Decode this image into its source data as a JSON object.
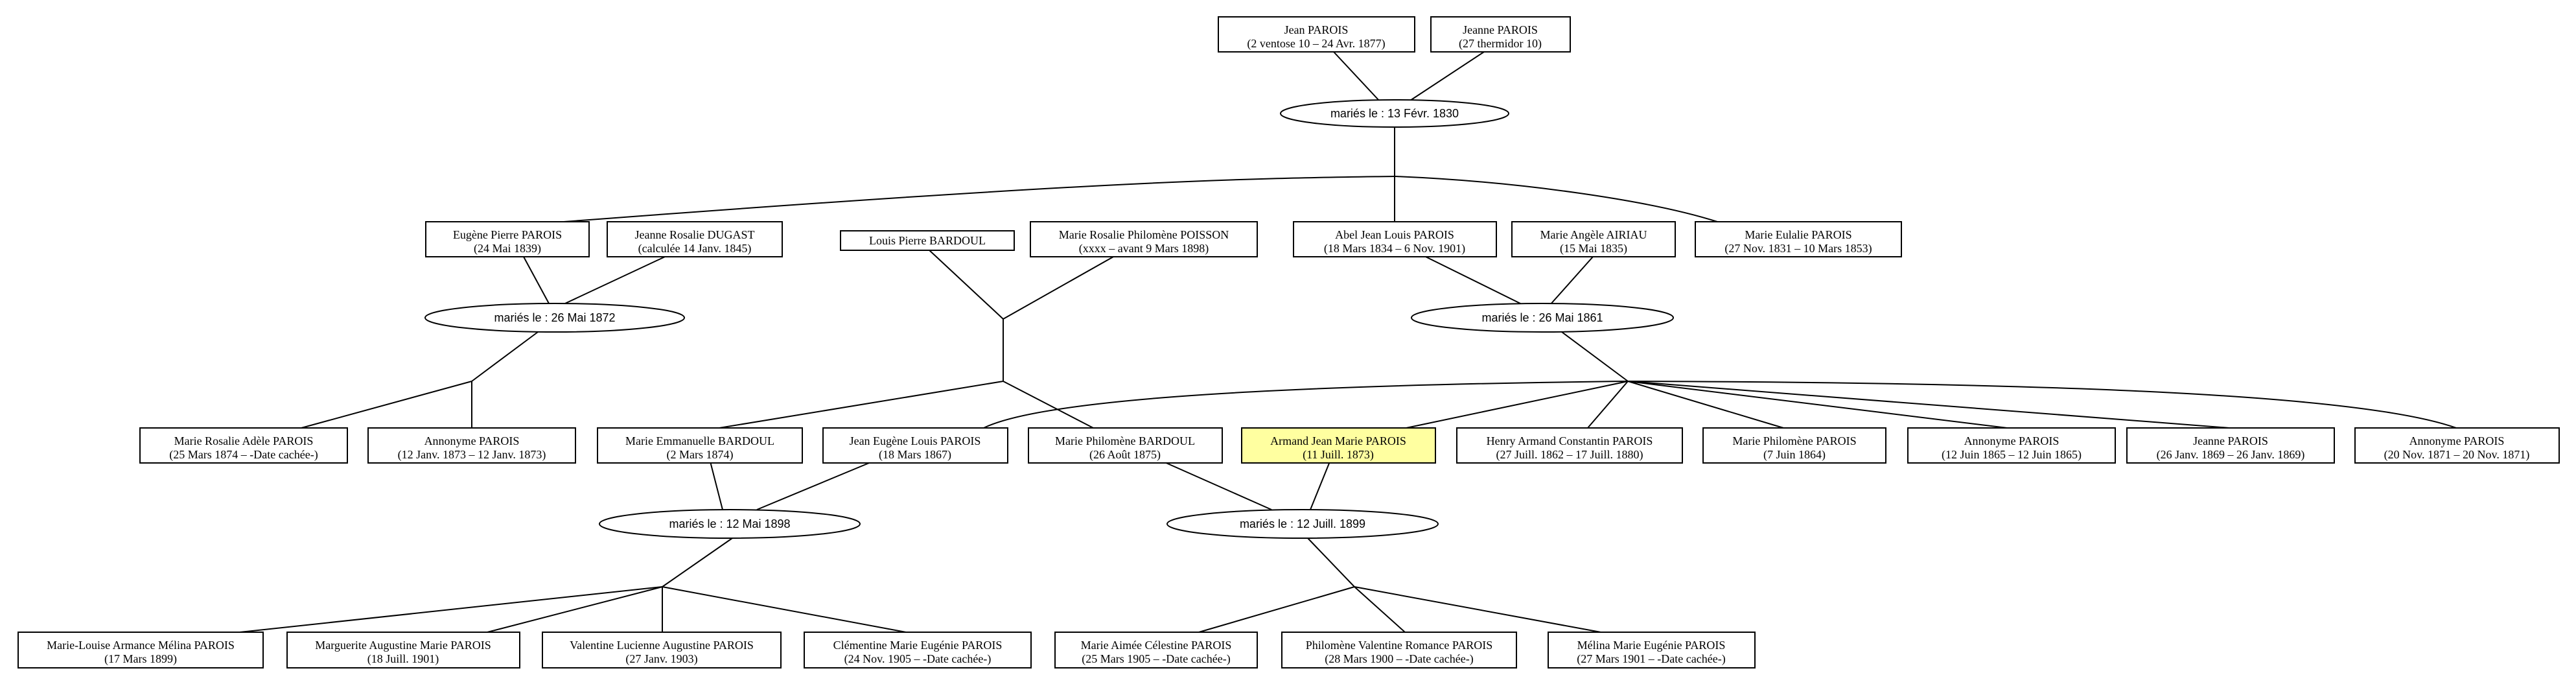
{
  "highlight_color": "#ffffa0",
  "persons": {
    "jean": {
      "name": "Jean PAROIS",
      "dates": "(2 ventose 10 – 24 Avr. 1877)"
    },
    "jeanne": {
      "name": "Jeanne PAROIS",
      "dates": "(27 thermidor 10)"
    },
    "eugene": {
      "name": "Eugène Pierre PAROIS",
      "dates": "(24 Mai 1839)"
    },
    "jrosalie": {
      "name": "Jeanne Rosalie DUGAST",
      "dates": "(calculée 14 Janv. 1845)"
    },
    "louis": {
      "name": "Louis Pierre BARDOUL",
      "dates": ""
    },
    "mrosalie": {
      "name": "Marie Rosalie Philomène POISSON",
      "dates": "(xxxx – avant 9 Mars 1898)"
    },
    "abel": {
      "name": "Abel Jean Louis PAROIS",
      "dates": "(18 Mars 1834 – 6 Nov. 1901)"
    },
    "angele": {
      "name": "Marie Angèle AIRIAU",
      "dates": "(15 Mai 1835)"
    },
    "eulalie": {
      "name": "Marie Eulalie PAROIS",
      "dates": "(27 Nov. 1831 – 10 Mars 1853)"
    },
    "adele": {
      "name": "Marie Rosalie Adèle PAROIS",
      "dates": "(25 Mars 1874 – -Date cachée-)"
    },
    "anon1873": {
      "name": "Annonyme PAROIS",
      "dates": "(12 Janv. 1873 – 12 Janv. 1873)"
    },
    "emmanuelle": {
      "name": "Marie Emmanuelle BARDOUL",
      "dates": "(2 Mars 1874)"
    },
    "jeaneugene": {
      "name": "Jean Eugène Louis PAROIS",
      "dates": "(18 Mars 1867)"
    },
    "philomeneb": {
      "name": "Marie Philomène BARDOUL",
      "dates": "(26 Août 1875)"
    },
    "armand": {
      "name": "Armand Jean Marie PAROIS",
      "dates": "(11 Juill. 1873)"
    },
    "henry": {
      "name": "Henry Armand Constantin PAROIS",
      "dates": "(27 Juill. 1862 – 17 Juill. 1880)"
    },
    "philomenep": {
      "name": "Marie Philomène PAROIS",
      "dates": "(7 Juin 1864)"
    },
    "anon1865": {
      "name": "Annonyme PAROIS",
      "dates": "(12 Juin 1865 – 12 Juin 1865)"
    },
    "jeanne1869": {
      "name": "Jeanne PAROIS",
      "dates": "(26 Janv. 1869 – 26 Janv. 1869)"
    },
    "anon1871": {
      "name": "Annonyme PAROIS",
      "dates": "(20 Nov. 1871 – 20 Nov. 1871)"
    },
    "melina1899": {
      "name": "Marie-Louise Armance Mélina PAROIS",
      "dates": "(17 Mars 1899)"
    },
    "marguerite": {
      "name": "Marguerite Augustine Marie PAROIS",
      "dates": "(18 Juill. 1901)"
    },
    "valentine": {
      "name": "Valentine Lucienne Augustine PAROIS",
      "dates": "(27 Janv. 1903)"
    },
    "clementine": {
      "name": "Clémentine Marie Eugénie PAROIS",
      "dates": "(24 Nov. 1905 – -Date cachée-)"
    },
    "aimee": {
      "name": "Marie Aimée Célestine PAROIS",
      "dates": "(25 Mars 1905 – -Date cachée-)"
    },
    "philomenev": {
      "name": "Philomène Valentine Romance PAROIS",
      "dates": "(28 Mars 1900 – -Date cachée-)"
    },
    "melina1901": {
      "name": "Mélina Marie Eugénie PAROIS",
      "dates": "(27 Mars 1901 – -Date cachée-)"
    }
  },
  "marriages": {
    "m1830": "mariés le : 13 Févr. 1830",
    "m1872": "mariés le : 26 Mai 1872",
    "m1861": "mariés le : 26 Mai 1861",
    "m1898": "mariés le : 12 Mai 1898",
    "m1899": "mariés le : 12 Juill. 1899"
  }
}
